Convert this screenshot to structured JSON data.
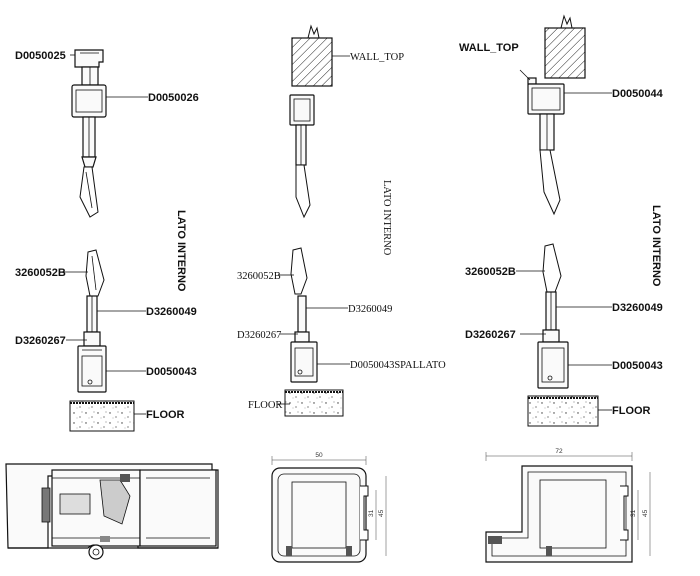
{
  "columns": {
    "left": {
      "top_labels": {
        "top_profile": "D0050025",
        "middle_profile": "D0050026"
      },
      "side_text": "LATO INTERNO",
      "bottom_labels": {
        "leaf": "3260052B",
        "gasket": "D3260049",
        "sub_profile": "D3260267",
        "base_profile": "D0050043",
        "floor": "FLOOR"
      }
    },
    "middle": {
      "top_labels": {
        "wall": "WALL_TOP"
      },
      "side_text": "LATO INTERNO",
      "bottom_labels": {
        "leaf": "3260052B",
        "gasket": "D3260049",
        "sub_profile": "D3260267",
        "base_profile": "D0050043SPALLATO",
        "floor": "FLOOR"
      }
    },
    "right": {
      "top_labels": {
        "wall": "WALL_TOP",
        "top_profile": "D0050044"
      },
      "side_text": "LATO INTERNO",
      "bottom_labels": {
        "leaf": "3260052B",
        "gasket": "D3260049",
        "sub_profile": "D3260267",
        "base_profile": "D0050043",
        "floor": "FLOOR"
      }
    }
  },
  "sections": {
    "middle": {
      "width_dim": "50",
      "inner_dim": "31",
      "height_dim": "45"
    },
    "right": {
      "width_dim": "72",
      "inner_dim": "31",
      "height_dim": "45"
    }
  }
}
